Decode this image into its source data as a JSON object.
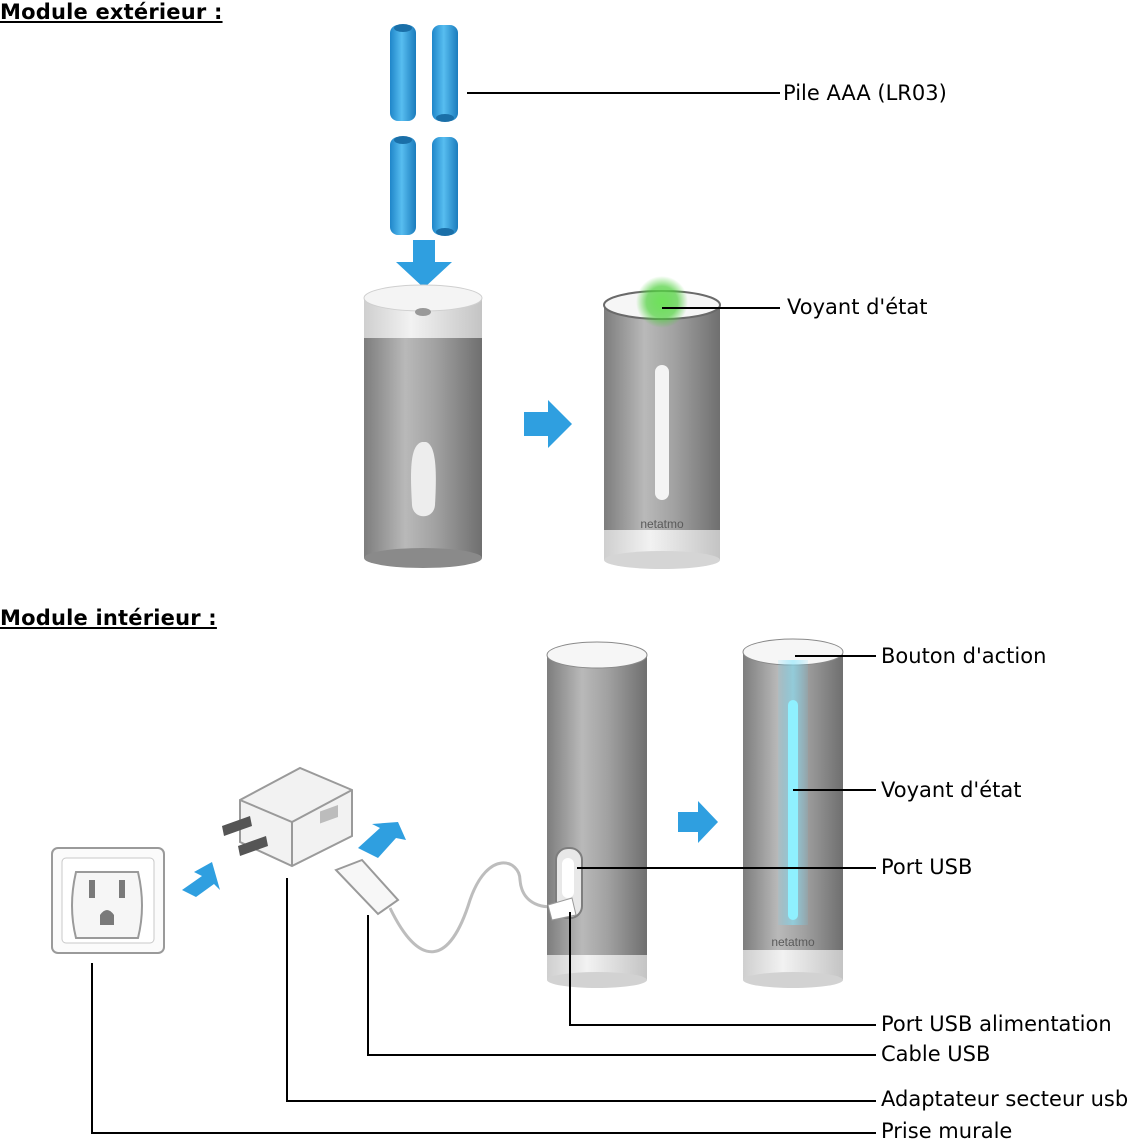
{
  "outdoor": {
    "heading": "Module extérieur :",
    "labels": {
      "battery": "Pile AAA (LR03)",
      "status_light": "Voyant d'état"
    },
    "brand": "netatmo"
  },
  "indoor": {
    "heading": "Module intérieur :",
    "labels": {
      "action_button": "Bouton d'action",
      "status_light": "Voyant d'état",
      "usb_port": "Port USB",
      "usb_power_port": "Port USB alimentation",
      "usb_cable": "Cable USB",
      "usb_adapter": "Adaptateur secteur usb",
      "wall_outlet": "Prise murale"
    },
    "brand": "netatmo"
  },
  "colors": {
    "battery_blue": "#3ea6e3",
    "arrow_blue": "#2f9fe0",
    "module_grey": "#9a9a9a",
    "status_green": "#4ccf3a",
    "status_cyan": "#5fd8ff"
  }
}
